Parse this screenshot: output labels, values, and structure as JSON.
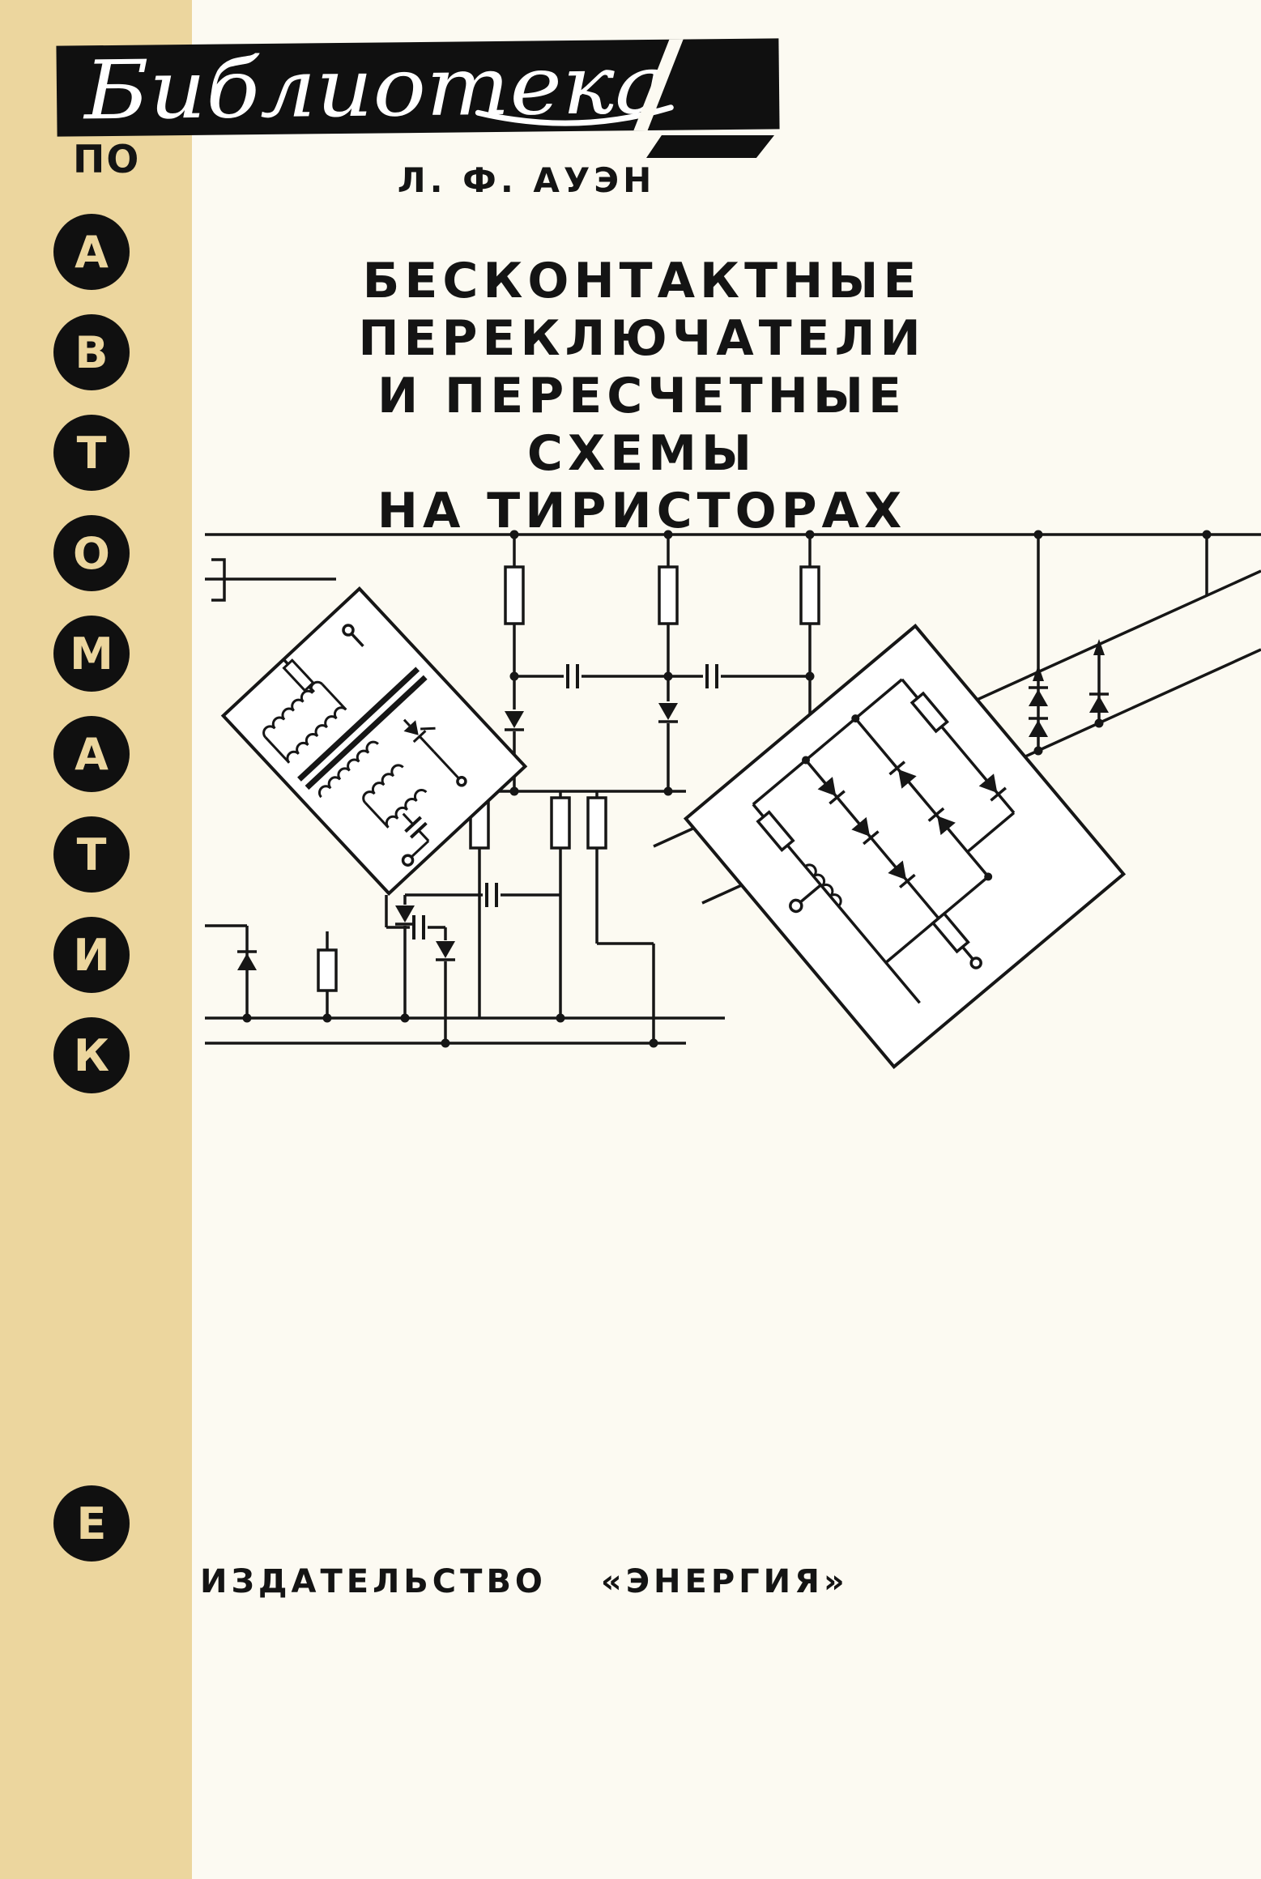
{
  "banner": {
    "script_text": "Библиотека"
  },
  "sidebar": {
    "po_label": "ПО",
    "letters": [
      "А",
      "В",
      "Т",
      "О",
      "М",
      "А",
      "Т",
      "И",
      "К",
      "Е"
    ]
  },
  "author": "Л. Ф. АУЭН",
  "title_lines": [
    "БЕСКОНТАКТНЫЕ",
    "ПЕРЕКЛЮЧАТЕЛИ",
    "И ПЕРЕСЧЕТНЫЕ",
    "СХЕМЫ",
    "НА ТИРИСТОРАХ"
  ],
  "publisher": "ИЗДАТЕЛЬСТВО «ЭНЕРГИЯ»",
  "colors": {
    "tan": "#ecd69e",
    "ink": "#141414",
    "paper": "#fcfaf2",
    "banner_black": "#101010"
  },
  "illustration": "thyristor-circuit-diagram"
}
